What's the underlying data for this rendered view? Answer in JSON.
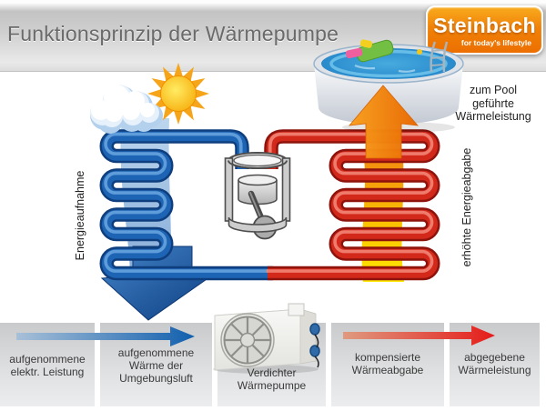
{
  "header": {
    "title": "Funktionsprinzip der Wärmepumpe"
  },
  "logo": {
    "brand": "Steinbach",
    "tagline": "for today's lifestyle"
  },
  "labels": {
    "pool_output": "zum Pool\ngeführte\nWärmeleistung",
    "energy_intake": "Energieaufnahme",
    "energy_output": "erhöhte Energieabgabe"
  },
  "legend": {
    "boxes": [
      {
        "label": "aufgenommene\nelektr. Leistung"
      },
      {
        "label": "aufgenommene\nWärme der\nUmgebungsluft"
      },
      {
        "label": "Verdichter\nWärmepumpe"
      },
      {
        "label": "kompensierte\nWärmeabgabe"
      },
      {
        "label": "abgegebene\nWärmeleistung"
      }
    ]
  },
  "colors": {
    "cold_pipe": "#1e64b4",
    "hot_pipe": "#d2291b",
    "air_band": "#9cc0e4",
    "heat_band_bottom": "#ffe803",
    "heat_band_top": "#f28c10",
    "intake_arrow": "#1160ae",
    "output_arrow": "#e51c1a",
    "big_intake_arrow": "#0b3c80",
    "big_output_arrow": "#f08010",
    "brand_orange": "#f08208"
  }
}
